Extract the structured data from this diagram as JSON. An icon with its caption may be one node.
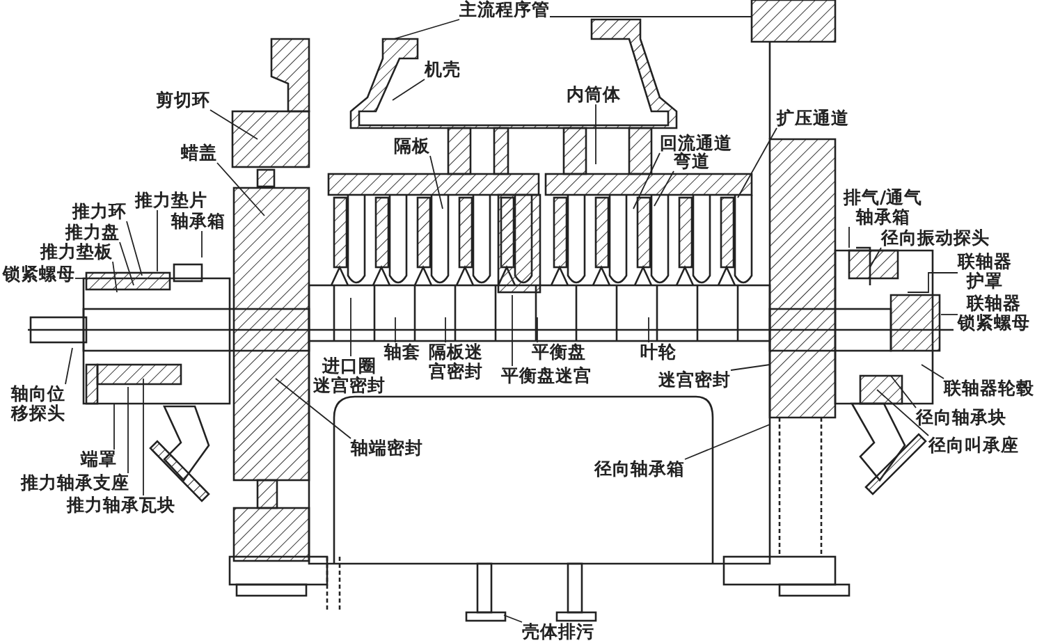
{
  "diagram": {
    "nodes": [
      {
        "text": [
          "主流程序管"
        ]
      },
      {
        "text": [
          "机壳"
        ]
      },
      {
        "text": [
          "内筒体"
        ]
      },
      {
        "text": [
          "剪切环"
        ]
      },
      {
        "text": [
          "蜡盖"
        ]
      },
      {
        "text": [
          "推力垫片"
        ]
      },
      {
        "text": [
          "轴承箱"
        ]
      },
      {
        "text": [
          "推力环"
        ]
      },
      {
        "text": [
          "推力盘"
        ]
      },
      {
        "text": [
          "推力垫板"
        ]
      },
      {
        "text": [
          "锁紧螺母"
        ]
      },
      {
        "text": [
          "轴向位移探头"
        ]
      },
      {
        "text": [
          "端罩"
        ]
      },
      {
        "text": [
          "推力轴承支座"
        ]
      },
      {
        "text": [
          "推力轴承瓦块"
        ]
      },
      {
        "text": [
          "隔板"
        ]
      },
      {
        "text": [
          "回流通道"
        ]
      },
      {
        "text": [
          "弯道"
        ]
      },
      {
        "text": [
          "扩压通道"
        ]
      },
      {
        "text": [
          "进口圈迷宫密封"
        ]
      },
      {
        "text": [
          "轴套"
        ]
      },
      {
        "text": [
          "隔板迷宫密封"
        ]
      },
      {
        "text": [
          "平衡盘"
        ]
      },
      {
        "text": [
          "平衡盘迷宫"
        ]
      },
      {
        "text": [
          "叶轮"
        ]
      },
      {
        "text": [
          "迷宫密封"
        ]
      },
      {
        "text": [
          "轴端密封"
        ]
      },
      {
        "text": [
          "径向轴承箱"
        ]
      },
      {
        "text": [
          "壳体排污"
        ]
      },
      {
        "text": [
          "排气/通气轴承箱"
        ]
      },
      {
        "text": [
          "径向振动探头"
        ]
      },
      {
        "text": [
          "联轴器护罩"
        ]
      },
      {
        "text": [
          "联轴器锁紧螺母"
        ]
      },
      {
        "text": [
          "联轴器轮毂"
        ]
      },
      {
        "text": [
          "径向轴承块"
        ]
      },
      {
        "text": [
          "径向叫承座"
        ]
      }
    ],
    "edges": [
      {
        "from": 0,
        "to": null,
        "arrow": "none"
      },
      {
        "from": 0,
        "to": null,
        "arrow": "none"
      },
      {
        "from": 1,
        "to": null,
        "arrow": "none"
      },
      {
        "from": 2,
        "to": null,
        "arrow": "none"
      },
      {
        "from": 3,
        "to": null,
        "arrow": "none"
      },
      {
        "from": 4,
        "to": null,
        "arrow": "none"
      },
      {
        "from": 5,
        "to": null,
        "arrow": "none"
      },
      {
        "from": 6,
        "to": null,
        "arrow": "none"
      },
      {
        "from": 7,
        "to": null,
        "arrow": "none"
      },
      {
        "from": 8,
        "to": null,
        "arrow": "none"
      },
      {
        "from": 9,
        "to": null,
        "arrow": "none"
      },
      {
        "from": 10,
        "to": null,
        "arrow": "none"
      },
      {
        "from": 11,
        "to": null,
        "arrow": "none"
      },
      {
        "from": 12,
        "to": null,
        "arrow": "none"
      },
      {
        "from": 13,
        "to": null,
        "arrow": "none"
      },
      {
        "from": 14,
        "to": null,
        "arrow": "none"
      },
      {
        "from": 15,
        "to": null,
        "arrow": "none"
      },
      {
        "from": 16,
        "to": null,
        "arrow": "none"
      },
      {
        "from": 17,
        "to": null,
        "arrow": "none"
      },
      {
        "from": 18,
        "to": null,
        "arrow": "none"
      },
      {
        "from": 19,
        "to": null,
        "arrow": "none"
      },
      {
        "from": 20,
        "to": null,
        "arrow": "none"
      },
      {
        "from": 21,
        "to": null,
        "arrow": "none"
      },
      {
        "from": 22,
        "to": null,
        "arrow": "none"
      },
      {
        "from": 23,
        "to": null,
        "arrow": "none"
      },
      {
        "from": 24,
        "to": null,
        "arrow": "none"
      },
      {
        "from": 25,
        "to": null,
        "arrow": "none"
      },
      {
        "from": 26,
        "to": null,
        "arrow": "none"
      },
      {
        "from": 27,
        "to": null,
        "arrow": "none"
      },
      {
        "from": 28,
        "to": null,
        "arrow": "none"
      },
      {
        "from": 29,
        "to": null,
        "arrow": "none"
      },
      {
        "from": 30,
        "to": null,
        "arrow": "none"
      },
      {
        "from": 31,
        "to": null,
        "arrow": "none"
      },
      {
        "from": 32,
        "to": null,
        "arrow": "none"
      },
      {
        "from": 33,
        "to": null,
        "arrow": "none"
      },
      {
        "from": 34,
        "to": null,
        "arrow": "none"
      },
      {
        "from": 35,
        "to": null,
        "arrow": "none"
      }
    ]
  }
}
